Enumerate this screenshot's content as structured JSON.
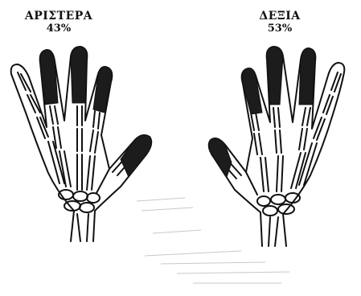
{
  "hands": [
    {
      "side": "left",
      "label": "ΑΡΙΣΤΕΡΑ",
      "percent": "43%"
    },
    {
      "side": "right",
      "label": "ΔΕΞΙΑ",
      "percent": "53%"
    }
  ],
  "colors": {
    "ink": "#111111",
    "shade": "#1c1c1c",
    "background": "#ffffff"
  }
}
